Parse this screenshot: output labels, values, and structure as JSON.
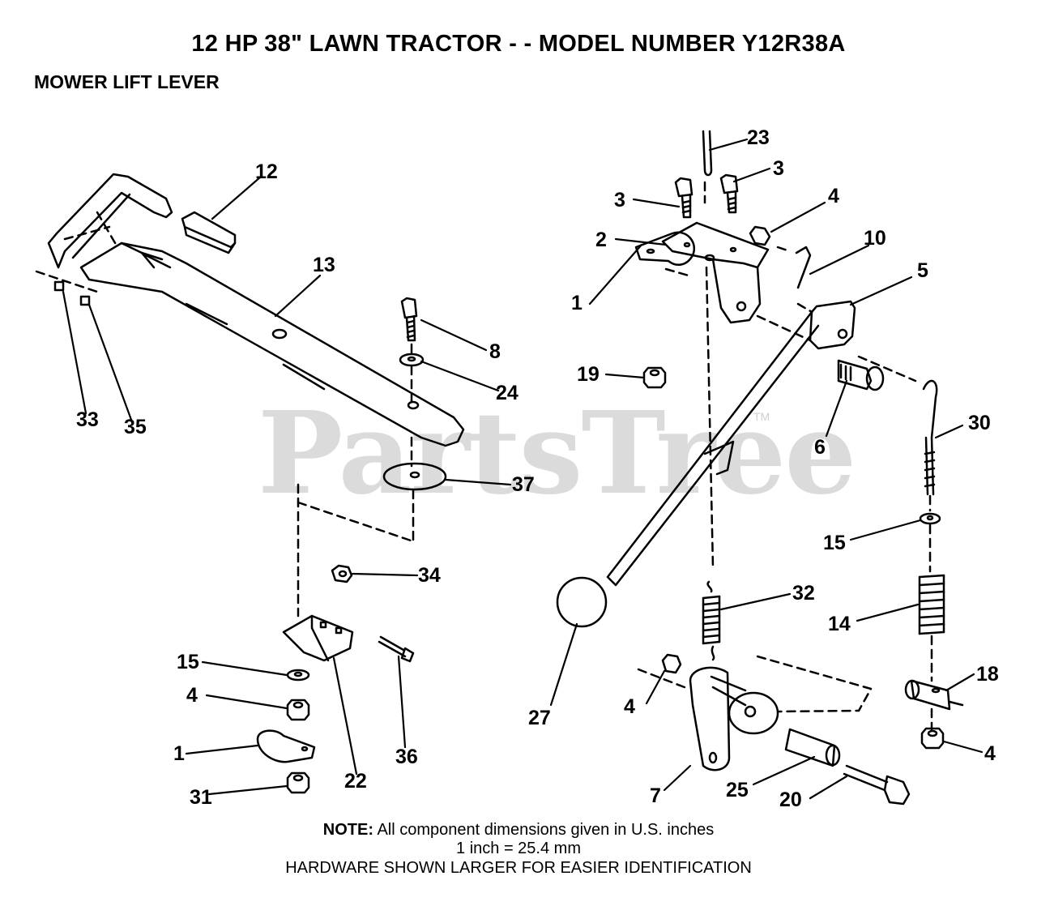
{
  "header": {
    "title": "12 HP 38\" LAWN TRACTOR - - MODEL NUMBER Y12R38A",
    "subtitle": "MOWER LIFT LEVER"
  },
  "watermark": {
    "text": "PartsTree",
    "mark": "TM"
  },
  "callouts": {
    "c23": "23",
    "c3a": "3",
    "c3b": "3",
    "c4a": "4",
    "c2": "2",
    "c10": "10",
    "c5": "5",
    "c1a": "1",
    "c19": "19",
    "c6": "6",
    "c30": "30",
    "c15a": "15",
    "c32": "32",
    "c14": "14",
    "c27": "27",
    "c4b": "4",
    "c18": "18",
    "c4c": "4",
    "c7": "7",
    "c25": "25",
    "c20": "20",
    "c12": "12",
    "c13": "13",
    "c8": "8",
    "c24": "24",
    "c33": "33",
    "c35": "35",
    "c37": "37",
    "c34": "34",
    "c15b": "15",
    "c4d": "4",
    "c1b": "1",
    "c31": "31",
    "c22": "22",
    "c36": "36"
  },
  "footer": {
    "note_label": "NOTE:",
    "note_line1": "All component dimensions given in U.S. inches",
    "note_line2": "1 inch = 25.4 mm",
    "note_line3": "HARDWARE SHOWN LARGER FOR EASIER IDENTIFICATION"
  }
}
